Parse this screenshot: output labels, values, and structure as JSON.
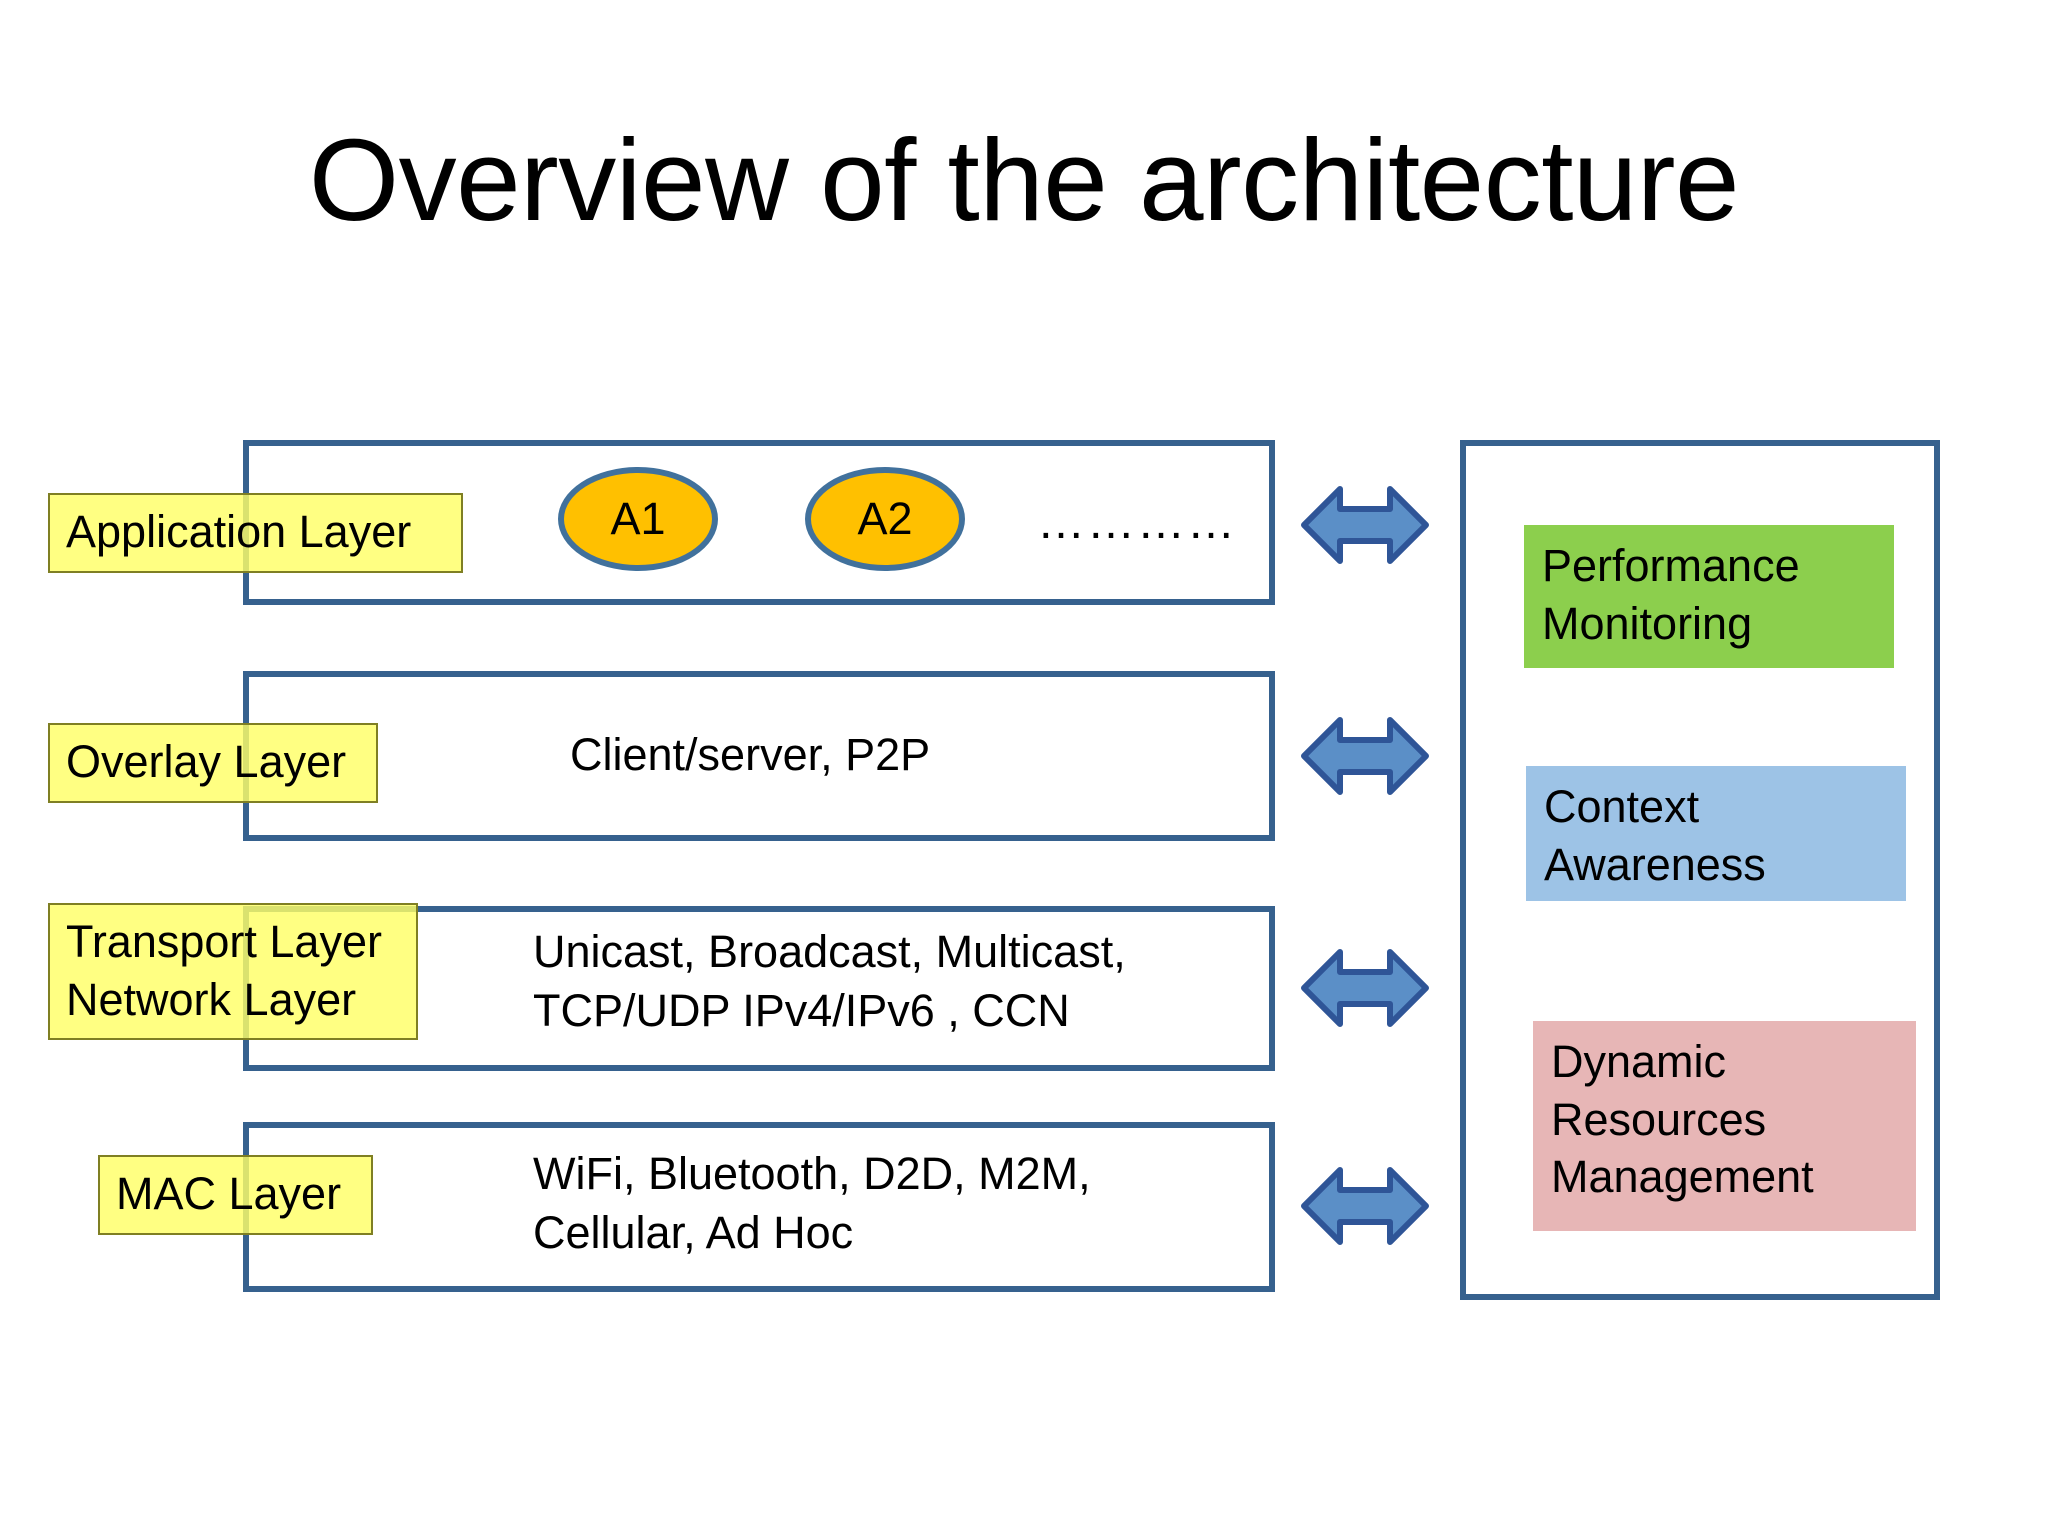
{
  "title": "Overview of the architecture",
  "layers": [
    {
      "tag": "Application Layer",
      "content": "",
      "nodes": [
        "A1",
        "A2"
      ],
      "dots": "…………"
    },
    {
      "tag": "Overlay Layer",
      "content": "Client/server, P2P"
    },
    {
      "tag": "Transport Layer\nNetwork Layer",
      "content": "Unicast, Broadcast, Multicast,\nTCP/UDP IPv4/IPv6 , CCN"
    },
    {
      "tag": "MAC Layer",
      "content": "WiFi, Bluetooth, D2D, M2M,\nCellular, Ad Hoc"
    }
  ],
  "right_panel": {
    "features": [
      {
        "label": "Performance\nMonitoring",
        "color": "#8CCF4D"
      },
      {
        "label": "Context\nAwareness",
        "color": "#9DC3E6"
      },
      {
        "label": "Dynamic\nResources\nManagement",
        "color": "#E7B6B6"
      }
    ]
  },
  "colors": {
    "container_border": "#36618E",
    "tag_fill": "#FFFF66",
    "tag_border": "#7F7F23",
    "node_fill": "#FFC000",
    "node_border": "#41719C",
    "arrow_fill": "#5B8FC7",
    "arrow_border": "#2F5597"
  },
  "arrows": {
    "icon": "double-headed-horizontal-arrow",
    "count": 4
  }
}
